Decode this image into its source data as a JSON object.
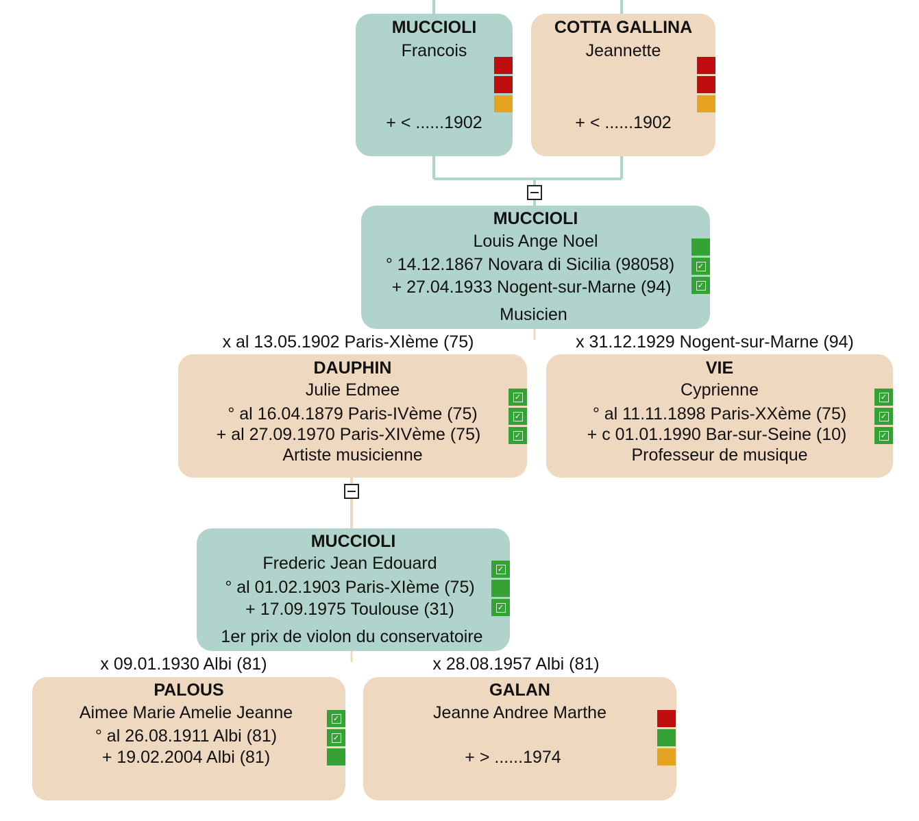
{
  "colors": {
    "male_box": "#b0d4cc",
    "female_box": "#efd8c0",
    "flag_green": "#34a235",
    "flag_red": "#c00d0d",
    "flag_orange": "#e5a420"
  },
  "people": {
    "father_of_louis": {
      "surname": "MUCCIOLI",
      "given": "Francois",
      "death": "+ < ......1902",
      "flags": [
        "red",
        "red",
        "orange"
      ]
    },
    "mother_of_louis": {
      "surname": "COTTA GALLINA",
      "given": "Jeannette",
      "death": "+ < ......1902",
      "flags": [
        "red",
        "red",
        "orange"
      ]
    },
    "louis": {
      "surname": "MUCCIOLI",
      "given": "Louis Ange Noel",
      "birth": "° 14.12.1867 Novara di Sicilia (98058)",
      "death": "+ 27.04.1933 Nogent-sur-Marne (94)",
      "occupation": "Musicien",
      "flags": [
        "green",
        "green-check",
        "green-check"
      ]
    },
    "julie": {
      "surname": "DAUPHIN",
      "given": "Julie Edmee",
      "birth": "° al 16.04.1879 Paris-IVème (75)",
      "death": "+ al 27.09.1970 Paris-XIVème (75)",
      "occupation": "Artiste musicienne",
      "flags": [
        "green-check",
        "green-check",
        "green-check"
      ]
    },
    "cyprienne": {
      "surname": "VIE",
      "given": "Cyprienne",
      "birth": "° al 11.11.1898 Paris-XXème (75)",
      "death": "+ c 01.01.1990 Bar-sur-Seine (10)",
      "occupation": "Professeur de musique",
      "flags": [
        "green-check",
        "green-check",
        "green-check"
      ]
    },
    "frederic": {
      "surname": "MUCCIOLI",
      "given": "Frederic Jean Edouard",
      "birth": "° al 01.02.1903 Paris-XIème (75)",
      "death": "+ 17.09.1975 Toulouse (31)",
      "occupation": "1er prix de violon du conservatoire",
      "flags": [
        "green-check",
        "green",
        "green-check"
      ]
    },
    "aimee": {
      "surname": "PALOUS",
      "given": "Aimee Marie Amelie Jeanne",
      "birth": "° al 26.08.1911 Albi (81)",
      "death": "+ 19.02.2004 Albi (81)",
      "flags": [
        "green-check",
        "green-check",
        "green"
      ]
    },
    "jeanne": {
      "surname": "GALAN",
      "given": "Jeanne Andree Marthe",
      "death": "+ > ......1974",
      "flags": [
        "red",
        "green",
        "orange"
      ]
    }
  },
  "marriages": {
    "louis_julie": "x al 13.05.1902 Paris-XIème (75)",
    "louis_cyprienne": "x 31.12.1929 Nogent-sur-Marne (94)",
    "frederic_aimee": "x 09.01.1930 Albi (81)",
    "frederic_jeanne": "x 28.08.1957 Albi (81)"
  }
}
